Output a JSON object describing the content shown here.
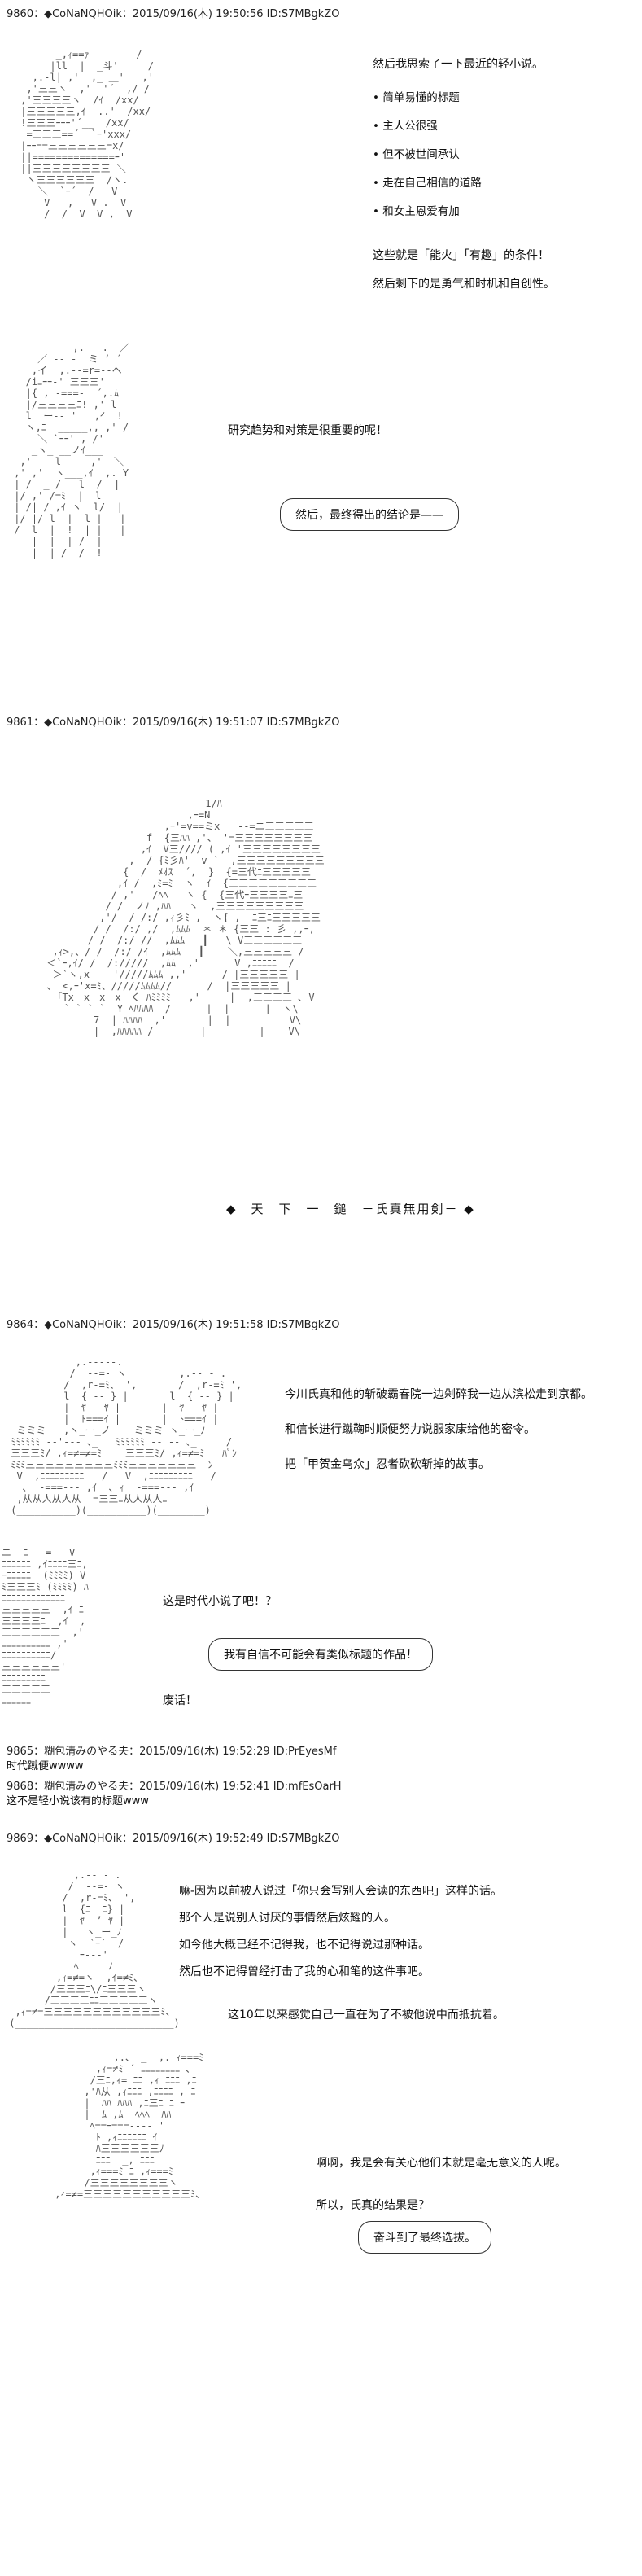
{
  "posts": [
    {
      "header": "9860：◆CoNaNQHOik：2015/09/16(木) 19:50:56 ID:S7MBgkZO",
      "lines": [
        "然后我思索了一下最近的轻小说。",
        "• 简单易懂的标题",
        "• 主人公很强",
        "• 但不被世间承认",
        "• 走在自己相信的道路",
        "• 和女主恩爱有加",
        "这些就是「能火」「有趣」的条件！",
        "然后剩下的是勇气和时机和自创性。",
        "研究趋势和对策是很重要的呢！"
      ],
      "bubble": "然后，最终得出的结论是——"
    },
    {
      "header": "9861：◆CoNaNQHOik：2015/09/16(木) 19:51:07 ID:S7MBgkZO",
      "separator": "◆　天　下　一　鎚　－氏真無用剣－ ◆"
    },
    {
      "header": "9864：◆CoNaNQHOik：2015/09/16(木) 19:51:58 ID:S7MBgkZO",
      "lines": [
        "今川氏真和他的斩破霸春院一边剁碎我一边从滨松走到京都。",
        "和信长进行蹴鞠时顺便努力说服家康给他的密令。",
        "把「甲贺金乌众」忍者砍砍斩掉的故事。",
        "这是时代小说了吧！？",
        "废话！"
      ],
      "bubble": "我有自信不可能会有类似标题的作品！"
    },
    {
      "header": "9865：糊包淸みのやる夫：2015/09/16(木) 19:52:29 ID:PrEyesMf",
      "lines": [
        "时代蹴便wwww"
      ]
    },
    {
      "header": "9868：糊包淸みのやる夫：2015/09/16(木) 19:52:41 ID:mfEsOarH",
      "lines": [
        "这不是轻小说该有的标题www"
      ]
    },
    {
      "header": "9869：◆CoNaNQHOik：2015/09/16(木) 19:52:49 ID:S7MBgkZO",
      "lines": [
        "嘛-因为以前被人说过「你只会写别人会读的东西吧」这样的话。",
        "那个人是说别人讨厌的事情然后炫耀的人。",
        "如今他大概已经不记得我，也不记得说过那种话。",
        "然后也不记得曾经打击了我的心和笔的这件事吧。",
        "这10年以来感觉自己一直在为了不被他说中而抵抗着。",
        "啊啊，我是会有关心他们未就是毫无意义的人呢。",
        "所以，氏真的结果是？"
      ],
      "bubble": "奋斗到了最终选拔。"
    }
  ]
}
